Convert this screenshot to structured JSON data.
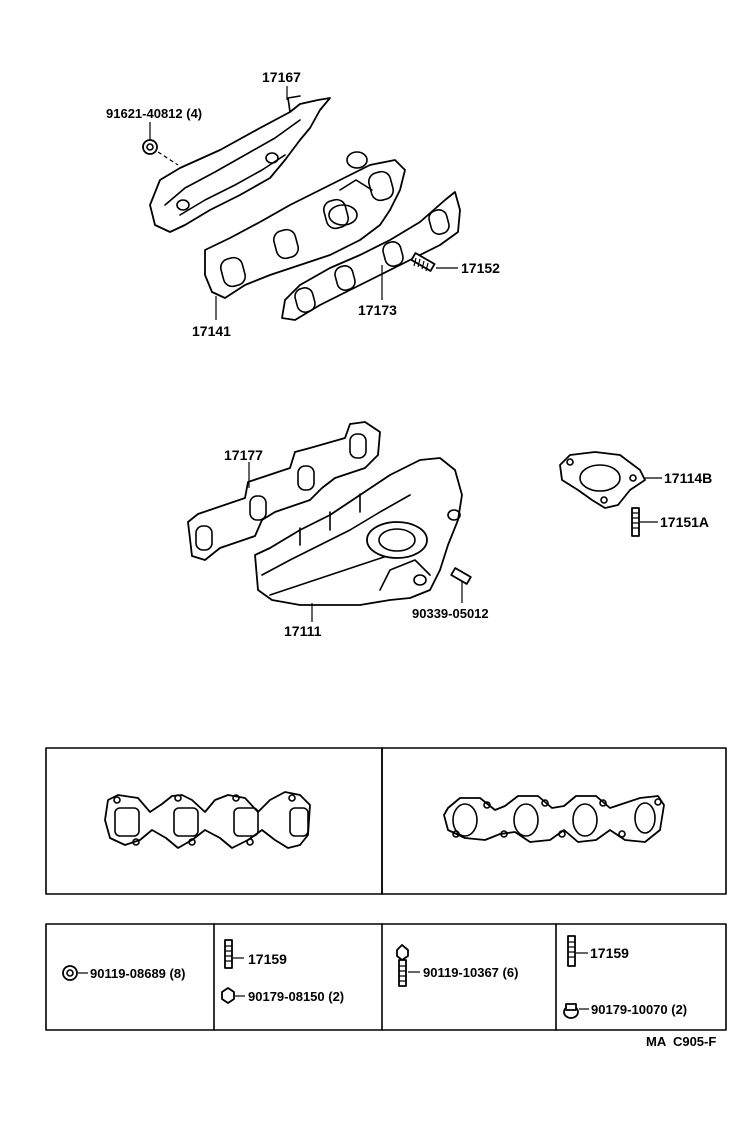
{
  "labels": {
    "p17167": "17167",
    "p91621": "91621-40812 (4)",
    "p17152": "17152",
    "p17173": "17173",
    "p17141": "17141",
    "p17177": "17177",
    "p17114b": "17114B",
    "p17151a": "17151A",
    "p90339": "90339-05012",
    "p17111": "17111"
  },
  "table": {
    "cell1_part": "90119-08689 (8)",
    "cell2_top": "17159",
    "cell2_bottom": "90179-08150 (2)",
    "cell3_part": "90119-10367 (6)",
    "cell4_top": "17159",
    "cell4_bottom": "90179-10070 (2)"
  },
  "code": "MA  C905-F",
  "icons": [
    "nut-icon",
    "stud-icon",
    "bolt-icon",
    "flange-nut-icon"
  ]
}
